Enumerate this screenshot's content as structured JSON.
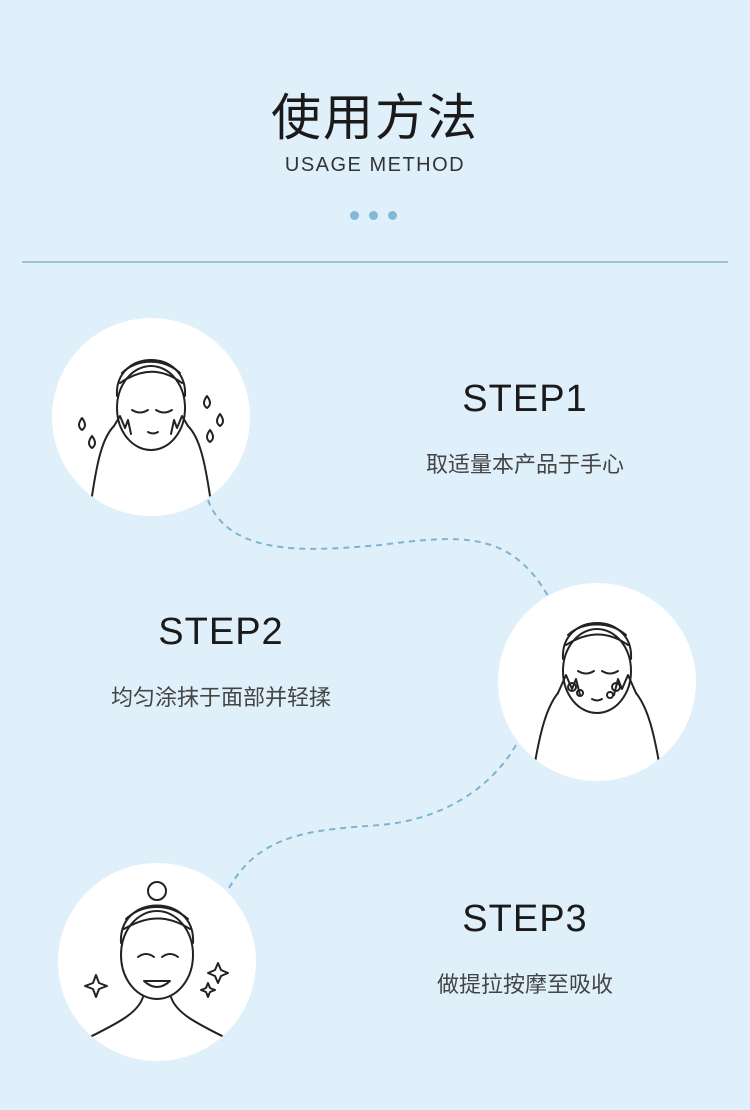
{
  "header": {
    "title": "使用方法",
    "subtitle": "USAGE METHOD"
  },
  "steps": [
    {
      "title": "STEP1",
      "desc": "取适量本产品于手心",
      "illustration": "face-water-drops-icon"
    },
    {
      "title": "STEP2",
      "desc": "均匀涂抹于面部并轻揉",
      "illustration": "face-massage-foam-icon"
    },
    {
      "title": "STEP3",
      "desc": "做提拉按摩至吸收",
      "illustration": "face-smile-sparkle-icon"
    }
  ],
  "colors": {
    "background": "#dff0fb",
    "accent": "#82b9d9",
    "line": "#7fb3d3",
    "text": "#1a1a1a"
  }
}
